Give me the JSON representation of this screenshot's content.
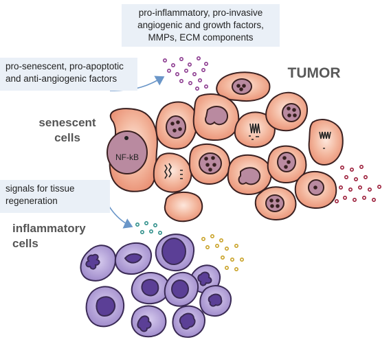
{
  "labels": {
    "top_box": [
      "pro-inflammatory, pro-invasive",
      "angiogenic and growth factors,",
      "MMPs, ECM components"
    ],
    "left_box": [
      "pro-senescent, pro-apoptotic",
      "and anti-angiogenic factors"
    ],
    "signals_box": [
      "signals for tissue",
      "regeneration"
    ],
    "tumor": "TUMOR",
    "senescent": [
      "senescent",
      "cells"
    ],
    "inflammatory": [
      "inflammatory",
      "cells"
    ],
    "nfkb": "NF-kB"
  },
  "colors": {
    "tumor_cell": "#f0a48a",
    "tumor_nucleus": "#b98aa0",
    "inflammatory_cell": "#a996d2",
    "inflammatory_nucleus": "#5b3f96",
    "dots_purple": "#8b3a8f",
    "dots_red": "#9b1e3a",
    "dots_teal": "#2f8f8a",
    "dots_yellow": "#c9a227",
    "arrow": "#6a96c8"
  }
}
